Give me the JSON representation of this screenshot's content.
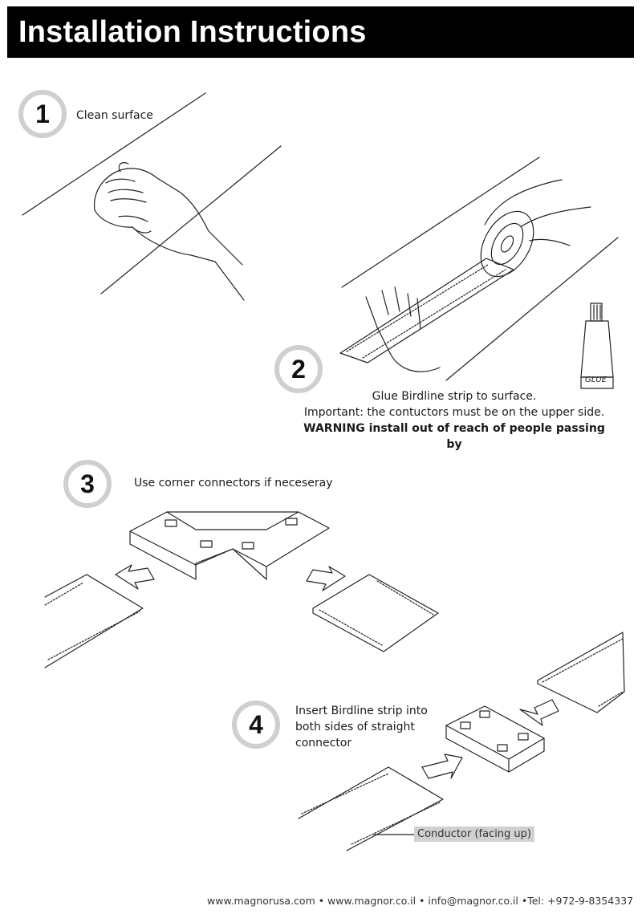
{
  "header": {
    "title": "Installation Instructions"
  },
  "steps": [
    {
      "number": "1",
      "text": "Clean surface"
    },
    {
      "number": "2",
      "lines": [
        "Glue Birdline strip to surface.",
        "Important: the contuctors must be on the upper side.",
        "WARNING install out of reach of people passing by"
      ]
    },
    {
      "number": "3",
      "text": "Use corner connectors if neceseray"
    },
    {
      "number": "4",
      "lines": [
        "Insert Birdline strip into",
        "both sides of straight",
        "connector"
      ]
    }
  ],
  "glue_label": "GLUE",
  "conductor_label": "Conductor (facing up)",
  "footer": {
    "text": "www.magnorusa.com • www.magnor.co.il • info@magnor.co.il •Tel: +972-9-8354337"
  },
  "colors": {
    "header_bg": "#000000",
    "badge_ring": "#cfcfcf",
    "label_bg": "#d0d0d0"
  }
}
